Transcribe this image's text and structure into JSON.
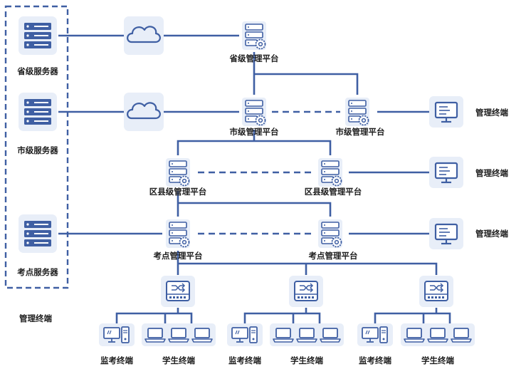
{
  "colors": {
    "accent": "#3f5fa3",
    "tile": "#e8eef8",
    "text": "#1e1e1e"
  },
  "servers": [
    {
      "id": "province-server",
      "label": "省级服务器"
    },
    {
      "id": "city-server",
      "label": "市级服务器"
    },
    {
      "id": "exam-server",
      "label": "考点服务器"
    }
  ],
  "extra_label": "管理终端",
  "platforms": [
    {
      "id": "province-platform",
      "label": "省级管理平台"
    },
    {
      "id": "city-platform-1",
      "label": "市级管理平台"
    },
    {
      "id": "city-platform-2",
      "label": "市级管理平台"
    },
    {
      "id": "district-platform-1",
      "label": "区县级管理平台"
    },
    {
      "id": "district-platform-2",
      "label": "区县级管理平台"
    },
    {
      "id": "exam-platform-1",
      "label": "考点管理平台"
    },
    {
      "id": "exam-platform-2",
      "label": "考点管理平台"
    }
  ],
  "management_terminals": [
    {
      "id": "mgmt-terminal-city",
      "label": "管理终端"
    },
    {
      "id": "mgmt-terminal-district",
      "label": "管理终端"
    },
    {
      "id": "mgmt-terminal-exam",
      "label": "管理终端"
    }
  ],
  "groups": [
    {
      "id": "group-1",
      "monitor_label": "监考终端",
      "student_label": "学生终端"
    },
    {
      "id": "group-2",
      "monitor_label": "监考终端",
      "student_label": "学生终端"
    },
    {
      "id": "group-3",
      "monitor_label": "监考终端",
      "student_label": "学生终端"
    }
  ],
  "icons": {
    "server": "server-rack-icon",
    "cloud": "cloud-icon",
    "platform": "platform-server-gear-icon",
    "monitor": "monitor-icon",
    "switch": "network-switch-icon",
    "desktop": "desktop-pc-icon",
    "laptop": "laptop-icon"
  }
}
